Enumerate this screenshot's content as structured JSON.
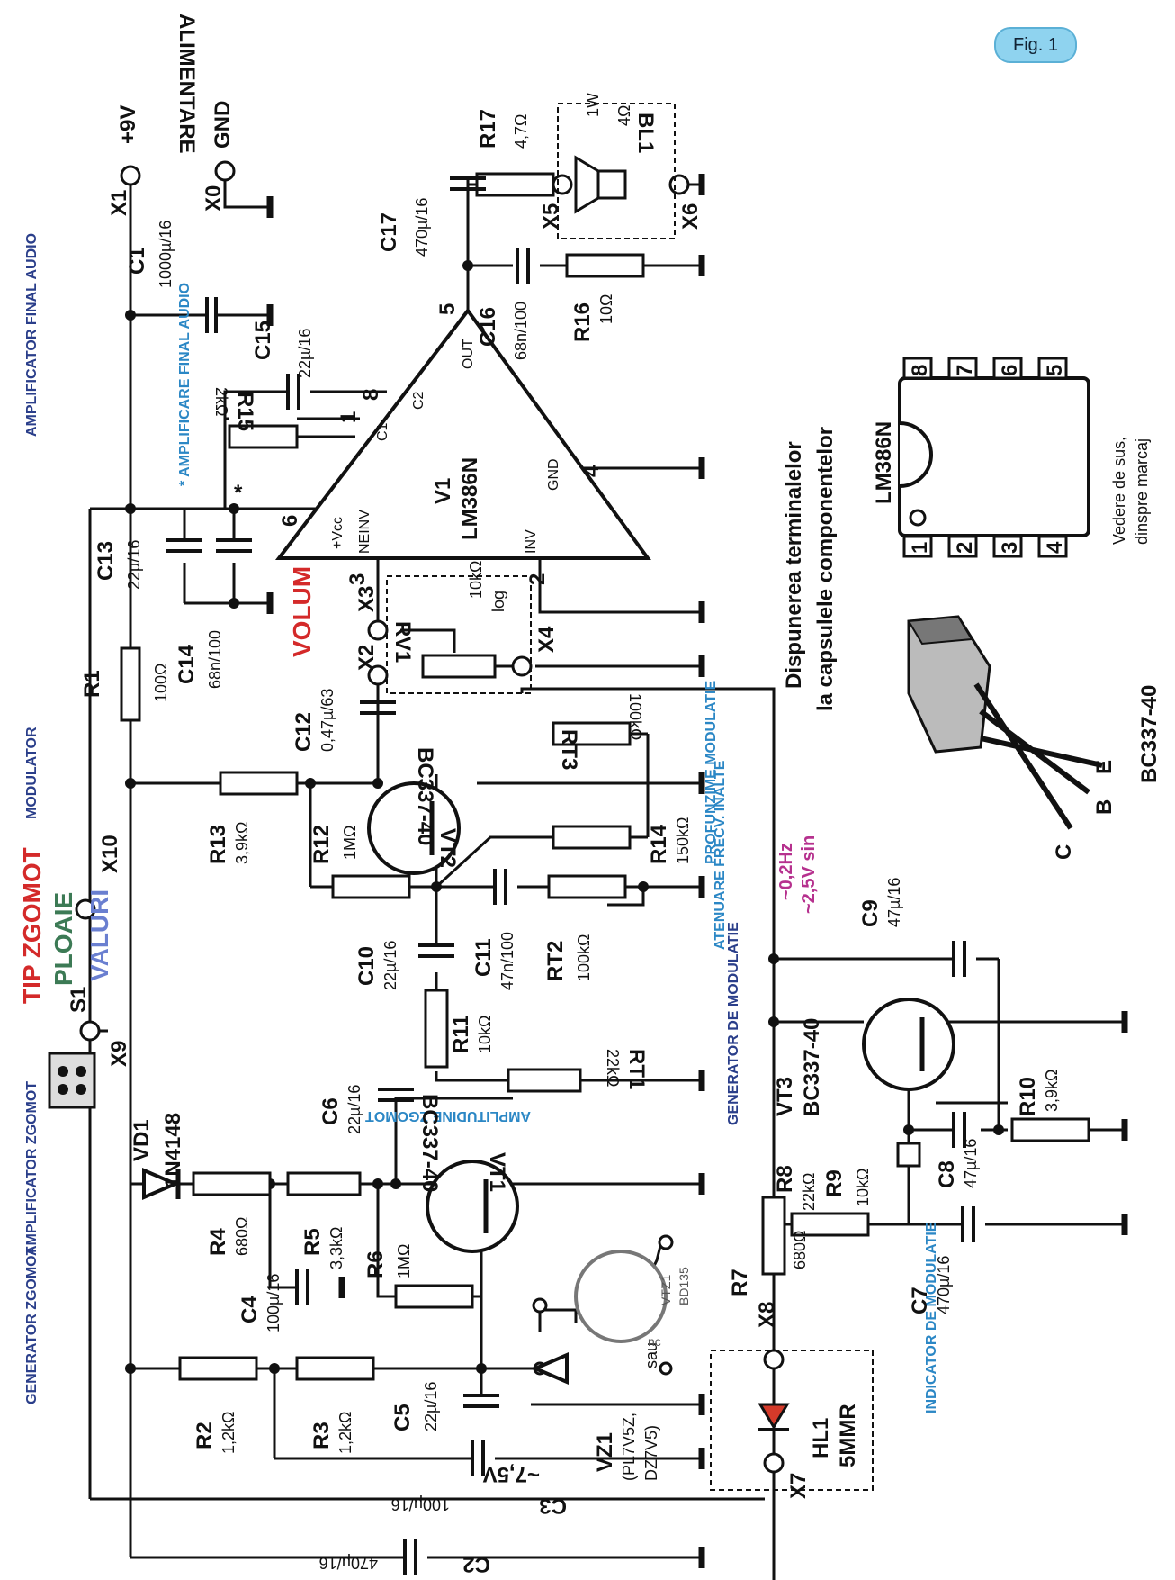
{
  "figure_label": "Fig. 1",
  "sections": {
    "supply": "ALIMENTARE",
    "final_amp": "AMPLIFICATOR FINAL AUDIO",
    "final_amp_note": "* AMPLIFICARE FINAL AUDIO",
    "modulator": "MODULATOR",
    "noise_amp": "AMPLIFICATOR ZGOMOT",
    "noise_gen": "GENERATOR ZGOMOT",
    "mod_gen": "GENERATOR DE MODULATIE",
    "mod_indicator": "INDICATOR DE MODULATIE",
    "noise_type": "TIP ZGOMOT",
    "type_rain": "PLOAIE",
    "type_waves": "VALURI",
    "volume": "VOLUM",
    "noise_amplitude": "AMPLITUDINE ZGOMOT",
    "mod_depth": "PROFUNZIME MODULATIE",
    "hf_atten": "ATENUARE FRECV. INALTE",
    "mod_freq": "~0,2Hz",
    "mod_amp": "~2,5V sin",
    "zener_v": "~7,5V",
    "pinout_title_1": "Dispunerea terminalelor",
    "pinout_title_2": "la capsulele componentelor",
    "top_view_1": "Vedere de sus,",
    "top_view_2": "dinspre marcaj",
    "star": "*",
    "or": "sau",
    "nc": "nc"
  },
  "terminals": [
    "X1",
    "+9V",
    "X0",
    "GND",
    "X2",
    "X3",
    "X4",
    "X5",
    "X6",
    "X7",
    "X8",
    "X9",
    "X10",
    "S1"
  ],
  "components": {
    "C1": [
      "C1",
      "1000µ/16"
    ],
    "C2": [
      "C2",
      "470µ/16"
    ],
    "C3": [
      "C3",
      "100µ/16"
    ],
    "C4": [
      "C4",
      "100µ/16"
    ],
    "C5": [
      "C5",
      "22µ/16"
    ],
    "C6": [
      "C6",
      "22µ/16"
    ],
    "C7": [
      "C7",
      "470µ/16"
    ],
    "C8": [
      "C8",
      "47µ/16"
    ],
    "C9": [
      "C9",
      "47µ/16"
    ],
    "C10": [
      "C10",
      "22µ/16"
    ],
    "C11": [
      "C11",
      "47n/100"
    ],
    "C12": [
      "C12",
      "0,47µ/63"
    ],
    "C13": [
      "C13",
      "22µ/16"
    ],
    "C14": [
      "C14",
      "68n/100"
    ],
    "C15": [
      "C15",
      "22µ/16"
    ],
    "C16": [
      "C16",
      "68n/100"
    ],
    "C17": [
      "C17",
      "470µ/16"
    ],
    "R1": [
      "R1",
      "100Ω"
    ],
    "R2": [
      "R2",
      "1,2kΩ"
    ],
    "R3": [
      "R3",
      "1,2kΩ"
    ],
    "R4": [
      "R4",
      "680Ω"
    ],
    "R5": [
      "R5",
      "3,3kΩ"
    ],
    "R6": [
      "R6",
      "1MΩ"
    ],
    "R7": [
      "R7",
      "680Ω"
    ],
    "R8": [
      "R8",
      "22kΩ"
    ],
    "R9": [
      "R9",
      "10kΩ"
    ],
    "R10": [
      "R10",
      "3,9kΩ"
    ],
    "R11": [
      "R11",
      "10kΩ"
    ],
    "R12": [
      "R12",
      "1MΩ"
    ],
    "R13": [
      "R13",
      "3,9kΩ"
    ],
    "R14": [
      "R14",
      "150kΩ"
    ],
    "R15": [
      "R15",
      "2kΩ"
    ],
    "R16": [
      "R16",
      "10Ω"
    ],
    "R17": [
      "R17",
      "4,7Ω"
    ],
    "RT1": [
      "RT1",
      "22kΩ"
    ],
    "RT2": [
      "RT2",
      "100kΩ"
    ],
    "RT3": [
      "RT3",
      "100kΩ"
    ],
    "RV1": [
      "RV1",
      "10kΩ",
      "log"
    ],
    "VT1": [
      "VT1",
      "BC337-40"
    ],
    "VT2": [
      "VT2",
      "BC337-40"
    ],
    "VT3": [
      "VT3",
      "BC337-40"
    ],
    "VTZ1": [
      "VTZ1",
      "BD135"
    ],
    "VD1": [
      "VD1",
      "1N4148"
    ],
    "VZ1": [
      "VZ1",
      "(PL7V5Z,",
      "DZ7V5)"
    ],
    "HL1": [
      "HL1",
      "5MMR"
    ],
    "BL1": [
      "BL1",
      "1W",
      "4Ω"
    ],
    "V1": [
      "V1",
      "LM386N"
    ]
  },
  "ic_pins": {
    "p1": "1",
    "p2": "2",
    "p3": "3",
    "p4": "4",
    "p5": "5",
    "p6": "6",
    "p8": "8",
    "vcc": "+Vcc",
    "neinv": "NEINV",
    "inv": "INV",
    "gnd": "GND",
    "out": "OUT",
    "c1": "C1",
    "c2": "C2"
  },
  "pinout": {
    "ic_name": "LM386N",
    "ic_pins": [
      "1",
      "2",
      "3",
      "4",
      "5",
      "6",
      "7",
      "8"
    ],
    "transistor_name": "BC337-40",
    "transistor_pins": [
      "C",
      "B",
      "E"
    ]
  }
}
